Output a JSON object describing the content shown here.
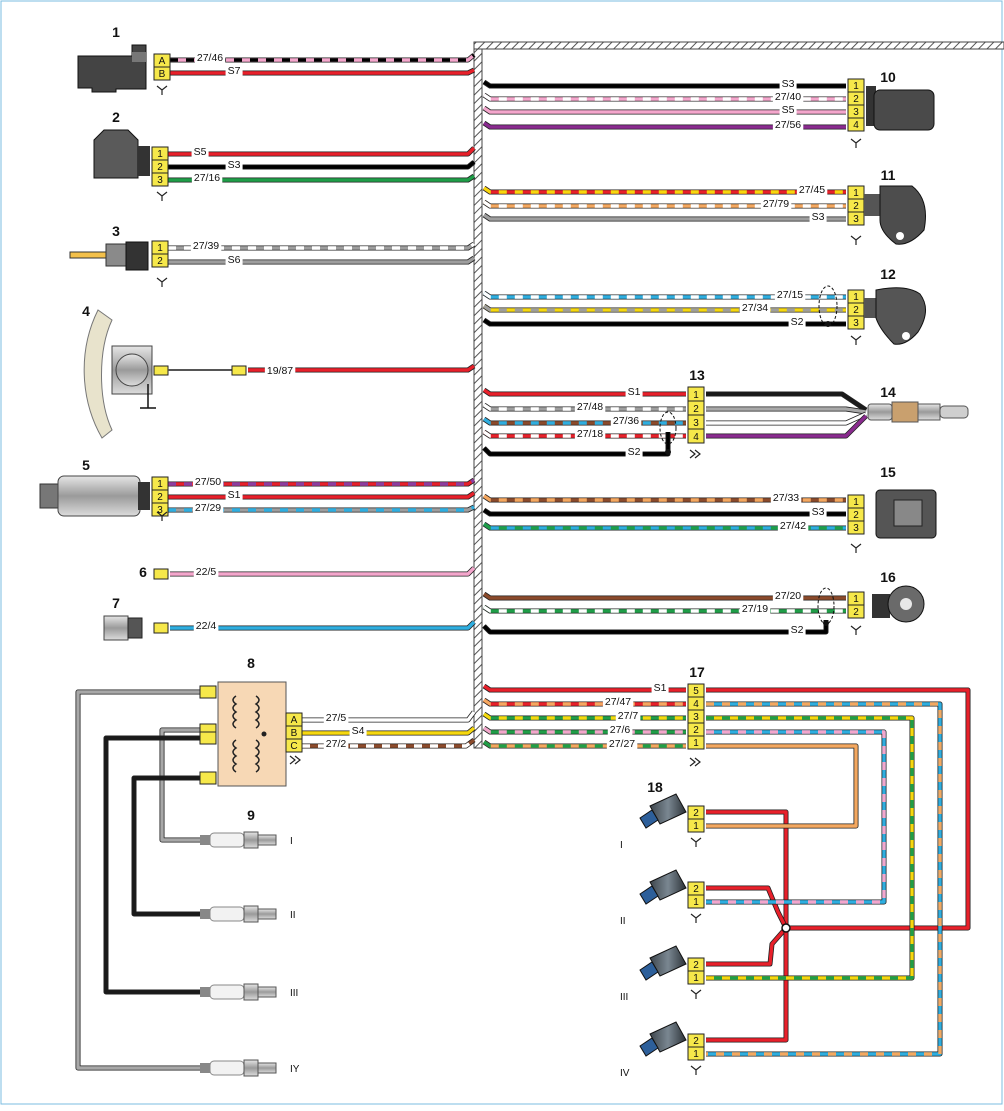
{
  "components": [
    {
      "num": "1",
      "pins": [
        "A",
        "B"
      ],
      "wires": [
        {
          "label": "27/46",
          "color": "#f4a6cc",
          "stripe": "#000"
        },
        {
          "label": "S7",
          "color": "#e8202a"
        }
      ]
    },
    {
      "num": "2",
      "pins": [
        "1",
        "2",
        "3"
      ],
      "wires": [
        {
          "label": "S5",
          "color": "#e8202a"
        },
        {
          "label": "S3",
          "color": "#000"
        },
        {
          "label": "27/16",
          "color": "#1f9e48"
        }
      ]
    },
    {
      "num": "3",
      "pins": [
        "1",
        "2"
      ],
      "wires": [
        {
          "label": "27/39",
          "color": "#9e9e9e",
          "stripe": "#fff"
        },
        {
          "label": "S6",
          "color": "#9e9e9e"
        }
      ]
    },
    {
      "num": "4",
      "wires": [
        {
          "label": "19/87",
          "color": "#e8202a"
        }
      ]
    },
    {
      "num": "5",
      "pins": [
        "1",
        "2",
        "3"
      ],
      "wires": [
        {
          "label": "27/50",
          "color": "#e8202a",
          "stripe": "#8a3fa0"
        },
        {
          "label": "S1",
          "color": "#e8202a"
        },
        {
          "label": "27/29",
          "color": "#9e9e9e",
          "stripe": "#2eaee0"
        }
      ]
    },
    {
      "num": "6",
      "wires": [
        {
          "label": "22/5",
          "color": "#f4a6cc"
        }
      ]
    },
    {
      "num": "7",
      "wires": [
        {
          "label": "22/4",
          "color": "#2eaee0"
        }
      ]
    },
    {
      "num": "8",
      "pins": [
        "A",
        "B",
        "C"
      ],
      "wires": [
        {
          "label": "27/5",
          "color": "#fff"
        },
        {
          "label": "S4",
          "color": "#f6d80e"
        },
        {
          "label": "27/2",
          "color": "#8b4a2b",
          "stripe": "#fff"
        }
      ]
    },
    {
      "num": "9",
      "plugs": [
        "I",
        "II",
        "III",
        "IY"
      ]
    },
    {
      "num": "10",
      "pins": [
        "1",
        "2",
        "3",
        "4"
      ],
      "wires": [
        {
          "label": "S3",
          "color": "#000"
        },
        {
          "label": "27/40",
          "color": "#f4a6cc",
          "stripe": "#fff"
        },
        {
          "label": "S5",
          "color": "#f4a6cc"
        },
        {
          "label": "27/56",
          "color": "#8a2b8f"
        }
      ]
    },
    {
      "num": "11",
      "pins": [
        "1",
        "2",
        "3"
      ],
      "wires": [
        {
          "label": "27/45",
          "color": "#e8202a",
          "stripe": "#f6d80e"
        },
        {
          "label": "27/79",
          "color": "#f4a860",
          "stripe": "#fff"
        },
        {
          "label": "S3",
          "color": "#9e9e9e"
        }
      ]
    },
    {
      "num": "12",
      "pins": [
        "1",
        "2",
        "3"
      ],
      "wires": [
        {
          "label": "27/15",
          "color": "#2eaee0",
          "stripe": "#fff"
        },
        {
          "label": "27/34",
          "color": "#f6d80e",
          "stripe": "#9e9e9e"
        },
        {
          "label": "S2",
          "color": "#000"
        }
      ]
    },
    {
      "num": "13",
      "pins": [
        "1",
        "2",
        "3",
        "4"
      ],
      "wires": [
        {
          "label": "S1",
          "color": "#e8202a"
        },
        {
          "label": "27/48",
          "color": "#9e9e9e",
          "stripe": "#fff"
        },
        {
          "label": "27/36",
          "color": "#8b4a2b",
          "stripe": "#2eaee0"
        },
        {
          "label": "27/18",
          "color": "#e8202a",
          "stripe": "#fff"
        },
        {
          "label": "S2",
          "color": "#000"
        }
      ]
    },
    {
      "num": "14"
    },
    {
      "num": "15",
      "pins": [
        "1",
        "2",
        "3"
      ],
      "wires": [
        {
          "label": "27/33",
          "color": "#8b4a2b",
          "stripe": "#f4a860"
        },
        {
          "label": "S3",
          "color": "#000"
        },
        {
          "label": "27/42",
          "color": "#2eaee0",
          "stripe": "#1f9e48"
        }
      ]
    },
    {
      "num": "16",
      "pins": [
        "1",
        "2"
      ],
      "wires": [
        {
          "label": "27/20",
          "color": "#8b4a2b"
        },
        {
          "label": "27/19",
          "color": "#1f9e48",
          "stripe": "#fff"
        },
        {
          "label": "S2",
          "color": "#000"
        }
      ]
    },
    {
      "num": "17",
      "pins": [
        "5",
        "4",
        "3",
        "2",
        "1"
      ],
      "wires": [
        {
          "label": "S1",
          "color": "#e8202a"
        },
        {
          "label": "27/47",
          "color": "#e8202a",
          "stripe": "#f4a860"
        },
        {
          "label": "27/7",
          "color": "#1f9e48",
          "stripe": "#f6d80e"
        },
        {
          "label": "27/6",
          "color": "#1f9e48",
          "stripe": "#f4a6cc"
        },
        {
          "label": "27/27",
          "color": "#f4a860",
          "stripe": "#1f9e48"
        }
      ]
    },
    {
      "num": "18",
      "pins": [
        "2",
        "1"
      ],
      "injectors": [
        "I",
        "II",
        "III",
        "IV"
      ]
    }
  ]
}
